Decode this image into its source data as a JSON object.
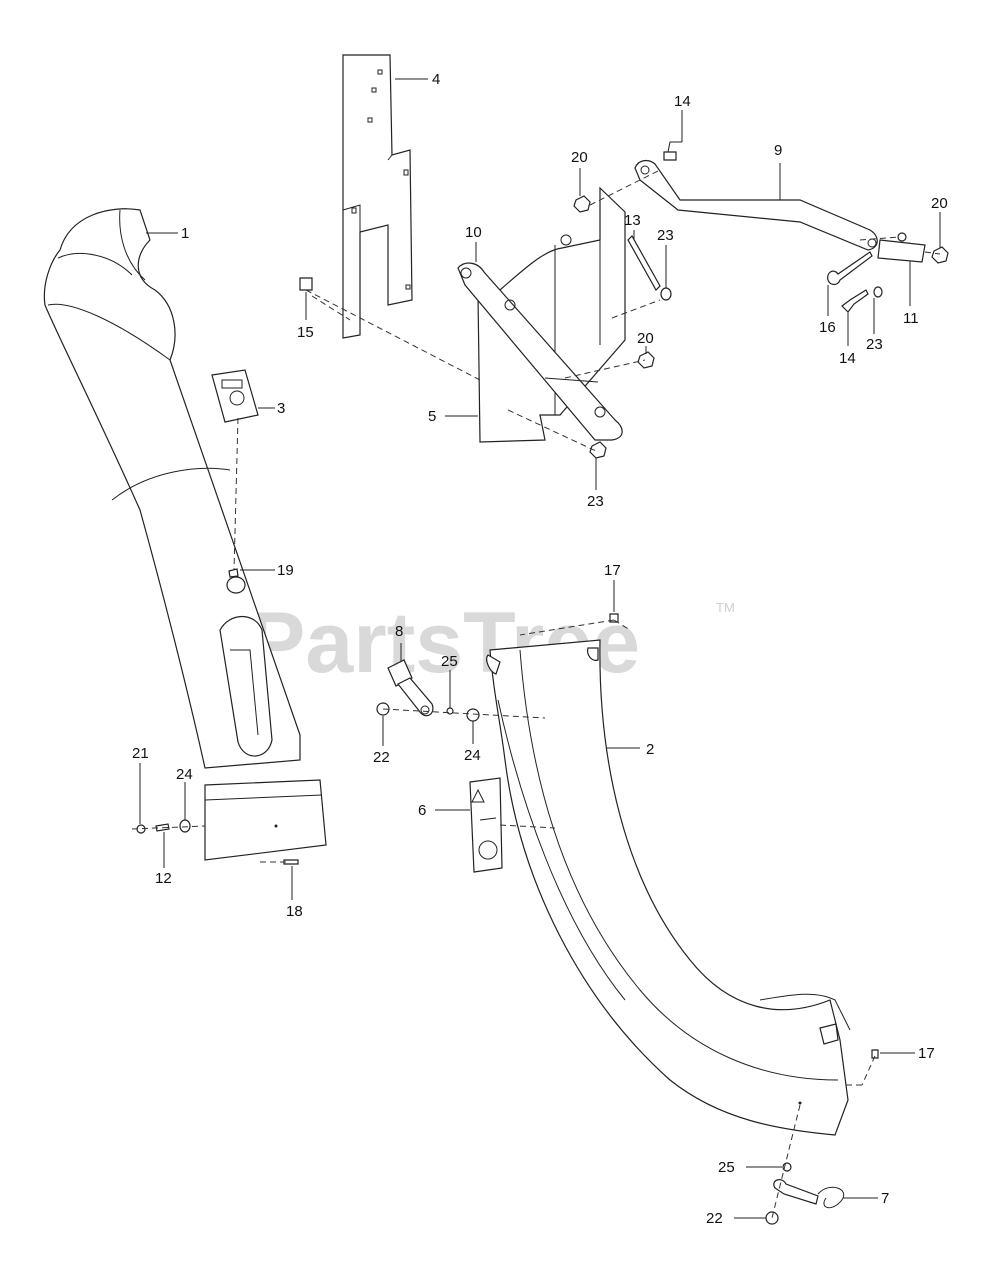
{
  "watermark": {
    "text": "PartsTree",
    "tm": "TM"
  },
  "callouts": [
    {
      "id": "1",
      "text": "1"
    },
    {
      "id": "2",
      "text": "2"
    },
    {
      "id": "3",
      "text": "3"
    },
    {
      "id": "4",
      "text": "4"
    },
    {
      "id": "5",
      "text": "5"
    },
    {
      "id": "6",
      "text": "6"
    },
    {
      "id": "7",
      "text": "7"
    },
    {
      "id": "8",
      "text": "8"
    },
    {
      "id": "9",
      "text": "9"
    },
    {
      "id": "10",
      "text": "10"
    },
    {
      "id": "11",
      "text": "11"
    },
    {
      "id": "12",
      "text": "12"
    },
    {
      "id": "13",
      "text": "13"
    },
    {
      "id": "14a",
      "text": "14"
    },
    {
      "id": "14b",
      "text": "14"
    },
    {
      "id": "15",
      "text": "15"
    },
    {
      "id": "16",
      "text": "16"
    },
    {
      "id": "17a",
      "text": "17"
    },
    {
      "id": "17b",
      "text": "17"
    },
    {
      "id": "18",
      "text": "18"
    },
    {
      "id": "19",
      "text": "19"
    },
    {
      "id": "20a",
      "text": "20"
    },
    {
      "id": "20b",
      "text": "20"
    },
    {
      "id": "20c",
      "text": "20"
    },
    {
      "id": "21",
      "text": "21"
    },
    {
      "id": "22a",
      "text": "22"
    },
    {
      "id": "22b",
      "text": "22"
    },
    {
      "id": "23a",
      "text": "23"
    },
    {
      "id": "23b",
      "text": "23"
    },
    {
      "id": "23c",
      "text": "23"
    },
    {
      "id": "24a",
      "text": "24"
    },
    {
      "id": "24b",
      "text": "24"
    },
    {
      "id": "25a",
      "text": "25"
    },
    {
      "id": "25b",
      "text": "25"
    }
  ]
}
